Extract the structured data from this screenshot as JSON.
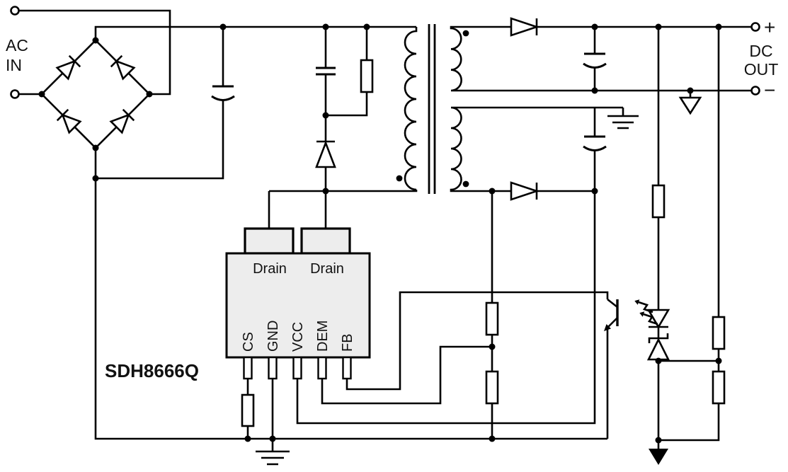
{
  "diagram": {
    "ac_input": {
      "line1": "AC",
      "line2": "IN"
    },
    "dc_output": {
      "line1": "DC",
      "line2": "OUT",
      "plus": "+",
      "minus": "−"
    },
    "ic": {
      "part_number": "SDH8666Q",
      "top_pins": [
        {
          "label": "Drain"
        },
        {
          "label": "Drain"
        }
      ],
      "bottom_pins": [
        {
          "label": "CS"
        },
        {
          "label": "GND"
        },
        {
          "label": "VCC"
        },
        {
          "label": "DEM"
        },
        {
          "label": "FB"
        }
      ]
    },
    "colors": {
      "wire": "#000000",
      "ic_fill": "#ededed",
      "background": "#ffffff"
    }
  }
}
